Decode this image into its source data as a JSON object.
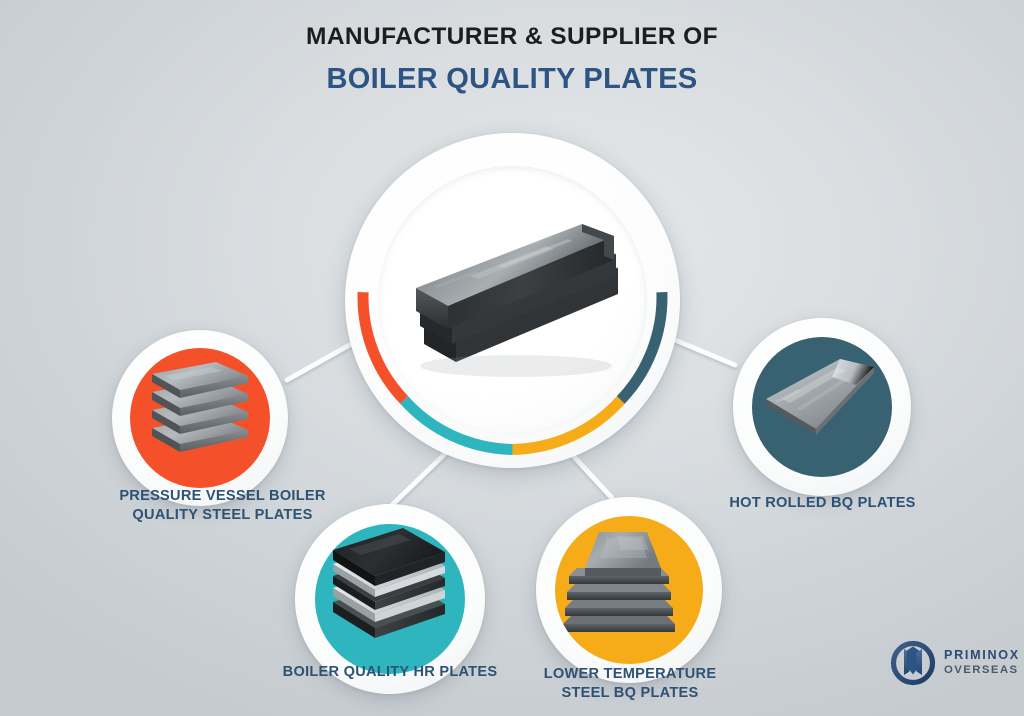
{
  "heading": {
    "line1": "MANUFACTURER & SUPPLIER OF",
    "line2": "BOILER QUALITY PLATES"
  },
  "colors": {
    "background": "#c9ced3",
    "heading_primary": "#1d1d1d",
    "heading_accent": "#2d5482",
    "caption_text": "#2e5273",
    "orange": "#f4512a",
    "teal": "#2fb5be",
    "amber": "#f6ab18",
    "slate": "#386272",
    "connector_line": "#ffffff",
    "steel_light": "#b9bec2",
    "steel_dark": "#3a3c3e"
  },
  "hub": {
    "name": "central-boiler-plate-image",
    "image_alt": "stacked boiler quality steel plate",
    "ring_segments": [
      {
        "name": "arc-orange",
        "color": "#f4512a",
        "start_deg": 183,
        "end_deg": 247
      },
      {
        "name": "arc-teal",
        "color": "#2fb5be",
        "start_deg": 247,
        "end_deg": 270
      },
      {
        "name": "arc-amber",
        "color": "#f6ab18",
        "start_deg": 270,
        "end_deg": 293
      },
      {
        "name": "arc-slate",
        "color": "#386272",
        "start_deg": 293,
        "end_deg": 357
      }
    ]
  },
  "nodes": [
    {
      "id": "pressure",
      "caption": "PRESSURE VESSEL BOILER QUALITY STEEL PLATES",
      "caption_lines": [
        "PRESSURE VESSEL BOILER",
        "QUALITY STEEL PLATES"
      ],
      "disc_color": "#f4512a",
      "image_alt": "stack of pressure vessel boiler quality steel plates"
    },
    {
      "id": "hr",
      "caption": "BOILER QUALITY HR PLATES",
      "caption_lines": [
        "BOILER QUALITY HR PLATES"
      ],
      "disc_color": "#2fb5be",
      "image_alt": "stack of hot rolled boiler quality plates"
    },
    {
      "id": "lower",
      "caption": "LOWER TEMPERATURE STEEL BQ PLATES",
      "caption_lines": [
        "LOWER TEMPERATURE",
        "STEEL BQ PLATES"
      ],
      "disc_color": "#f6ab18",
      "image_alt": "stack of lower temperature steel BQ plates"
    },
    {
      "id": "hot",
      "caption": "HOT ROLLED BQ PLATES",
      "caption_lines": [
        "HOT ROLLED BQ PLATES"
      ],
      "disc_color": "#386272",
      "image_alt": "single hot rolled BQ steel plate"
    }
  ],
  "logo": {
    "mark_name": "priminox-emblem-icon",
    "brand_line1": "PRIMINOX",
    "brand_line2": "OVERSEAS"
  }
}
